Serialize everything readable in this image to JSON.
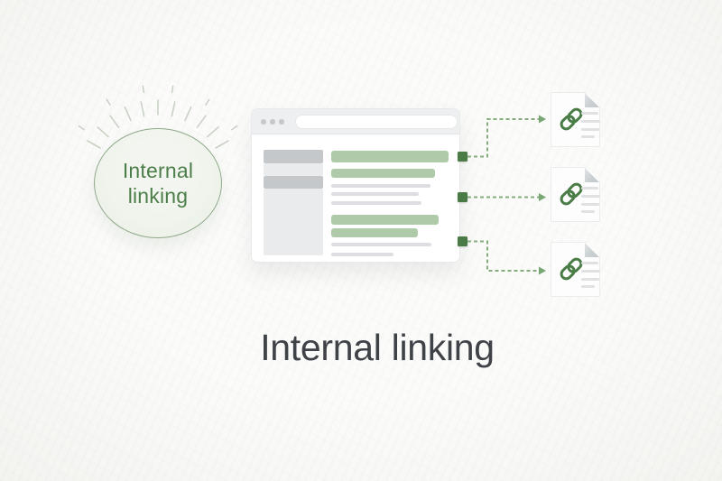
{
  "scene": {
    "caption": "Internal linking",
    "badge": {
      "line1": "Internal",
      "line2": "linking"
    },
    "browser_window": {
      "window_controls_icon": "three-dots",
      "url_bar_value": "",
      "highlighted_link_rows": 4,
      "link_anchor_count": 3
    },
    "documents": [
      {
        "name": "linked-page-1",
        "icon": "chain-link"
      },
      {
        "name": "linked-page-2",
        "icon": "chain-link"
      },
      {
        "name": "linked-page-3",
        "icon": "chain-link"
      }
    ],
    "colors": {
      "background": "#f8f8f6",
      "accent_green_dark": "#4a7a45",
      "accent_green_soft": "#aecaa9",
      "arrow_green": "#85ad7f",
      "badge_text_green": "#4c7e49",
      "badge_border_green": "#8fa88a",
      "caption_text": "#3f4347",
      "wireframe_gray_dark": "#c4c8cb",
      "wireframe_gray_light": "#e9ebec"
    }
  }
}
